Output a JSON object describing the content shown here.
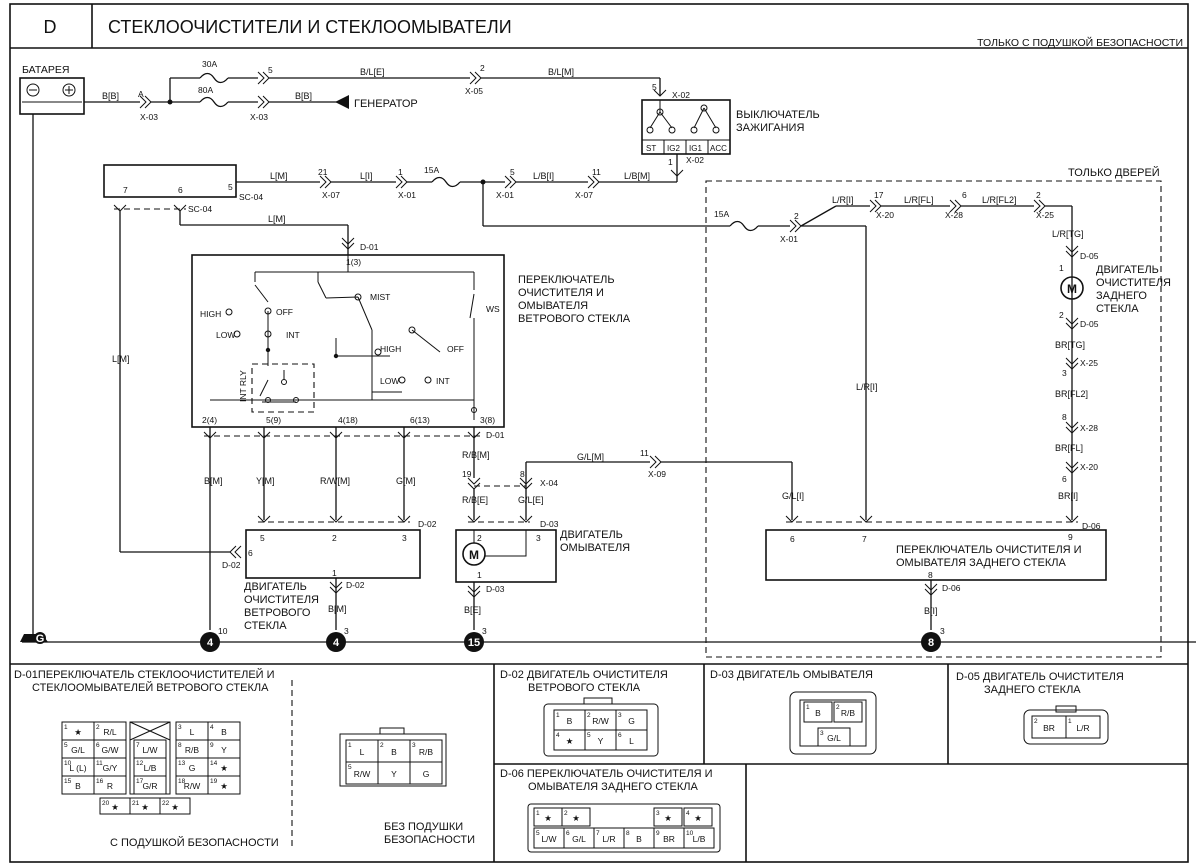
{
  "header": {
    "section": "D",
    "title": "СТЕКЛООЧИСТИТЕЛИ И СТЕКЛООМЫВАТЕЛИ",
    "note": "ТОЛЬКО С ПОДУШКОЙ БЕЗОПАСНОСТИ"
  },
  "labels": {
    "battery": "БАТАРЕЯ",
    "generator": "ГЕНЕРАТОР",
    "ignition": [
      "ВЫКЛЮЧАТЕЛЬ",
      "ЗАЖИГАНИЯ"
    ],
    "ign_pos": [
      "ST",
      "IG2",
      "IG1",
      "ACC"
    ],
    "doors_only": "ТОЛЬКО  ДВЕРЕЙ",
    "switch_ws": [
      "ПЕРЕКЛЮЧАТЕЛЬ",
      "ОЧИСТИТЕЛЯ И",
      "ОМЫВАТЕЛЯ",
      "ВЕТРОВОГО СТЕКЛА"
    ],
    "front_motor": [
      "ДВИГАТЕЛЬ",
      "ОЧИСТИТЕЛЯ",
      "ВЕТРОВОГО",
      "СТЕКЛА"
    ],
    "washer_motor": [
      "ДВИГАТЕЛЬ",
      "ОМЫВАТЕЛЯ"
    ],
    "rear_motor": [
      "ДВИГАТЕЛЬ",
      "ОЧИСТИТЕЛЯ",
      "ЗАДНЕГО",
      "СТЕКЛА"
    ],
    "rear_switch": [
      "ПЕРЕКЛЮЧАТЕЛЬ ОЧИСТИТЕЛЯ И",
      "ОМЫВАТЕЛЯ ЗАДНЕГО СТЕКЛА"
    ],
    "switch_pos": {
      "high": "HIGH",
      "low": "LOW",
      "off": "OFF",
      "int": "INT",
      "mist": "MIST",
      "ws": "WS",
      "int_rly": "INT RLY"
    },
    "fuses": [
      "30A",
      "80A",
      "15A",
      "15A"
    ],
    "wires": {
      "bb": "B[B]",
      "blE": "B/L[E]",
      "blM": "B/L[M]",
      "bbGen": "B[B]",
      "lm1": "L[M]",
      "li": "L[I]",
      "lbi": "L/B[I]",
      "lbm": "L/B[M]",
      "lm2": "L[M]",
      "lm3": "L[M]",
      "lri": "L/R[I]",
      "lrfl": "L/R[FL]",
      "lrfl2": "L/R[FL2]",
      "lrtg": "L/R[TG]",
      "brtg": "BR[TG]",
      "brfl2": "BR[FL2]",
      "brfl": "BR[FL]",
      "bri": "BR[I]",
      "bm": "B[M]",
      "ym": "Y[M]",
      "rwm": "R/W[M]",
      "gm": "G[M]",
      "rbm": "R/B[M]",
      "rbe": "R/B[E]",
      "glm": "G/L[M]",
      "gle": "G/L[E]",
      "gli": "G/L[I]",
      "lri2": "L/R[I]",
      "bm2": "B[M]",
      "be": "B[E]",
      "bi": "B[I]"
    },
    "conns": {
      "x03a": "X-03",
      "x03b": "X-03",
      "x05": "X-05",
      "x02a": "X-02",
      "x02b": "X-02",
      "sc04a": "SC-04",
      "sc04b": "SC-04",
      "x07a": "X-07",
      "x01a": "X-01",
      "x01b": "X-01",
      "x07b": "X-07",
      "x01c": "X-01",
      "x20a": "X-20",
      "x28a": "X-28",
      "x25a": "X-25",
      "d05a": "D-05",
      "d05b": "D-05",
      "x25b": "X-25",
      "x28b": "X-28",
      "x20b": "X-20",
      "d06a": "D-06",
      "d06b": "D-06",
      "d01a": "D-01",
      "d01b": "D-01",
      "d02a": "D-02",
      "d02b": "D-02",
      "d02c": "D-02",
      "x04": "X-04",
      "x09": "X-09",
      "d03a": "D-03",
      "d03b": "D-03"
    },
    "pins": {
      "p5a": "5",
      "pA": "A",
      "p2": "2",
      "p5b": "5",
      "p1a": "1",
      "p7": "7",
      "p6": "6",
      "p5c": "5",
      "p21": "21",
      "p1b": "1",
      "p5d": "5",
      "p11a": "11",
      "p2b": "2",
      "p17": "17",
      "p6b": "6",
      "p2c": "2",
      "p1c": "1",
      "p2d": "2",
      "p3a": "3",
      "p8a": "8",
      "p8b": "8",
      "p4a": "4",
      "p6c": "6",
      "p9": "9",
      "p13": "1(3)",
      "p24": "2(4)",
      "p59": "5(9)",
      "p418": "4(18)",
      "p613": "6(13)",
      "p38": "3(8)",
      "p19": "19",
      "p8c": "8",
      "p11b": "11",
      "m5": "5",
      "m2": "2",
      "m3": "3",
      "m6": "6",
      "m1": "1",
      "w2": "2",
      "w3": "3",
      "w1": "1",
      "r6": "6",
      "r7": "7",
      "r9": "9",
      "r8": "8"
    },
    "grounds": [
      "4",
      "4",
      "15",
      "8"
    ],
    "ground_pins": [
      "10",
      "3",
      "3",
      "3"
    ],
    "g": "G"
  },
  "connector_panels": {
    "d01": {
      "title1": "D-01ПЕРЕКЛЮЧАТЕЛЬ СТЕКЛООЧИСТИТЕЛЕЙ И",
      "title2": "СТЕКЛООМЫВАТЕЛЕЙ ВЕТРОВОГО СТЕКЛА",
      "with_airbag": "С ПОДУШКОЙ БЕЗОПАСНОСТИ",
      "no_airbag": [
        "БЕЗ ПОДУШКИ",
        "БЕЗОПАСНОСТИ"
      ],
      "left_cells": [
        {
          "n": "1",
          "v": "★"
        },
        {
          "n": "2",
          "v": "R/L"
        },
        {
          "n": "5",
          "v": "G/L"
        },
        {
          "n": "6",
          "v": "G/W"
        },
        {
          "n": "10",
          "v": "L (L)"
        },
        {
          "n": "11",
          "v": "G/Y"
        },
        {
          "n": "15",
          "v": "B"
        },
        {
          "n": "16",
          "v": "R"
        }
      ],
      "mid_cells": [
        {
          "n": "7",
          "v": "L/W"
        },
        {
          "n": "12",
          "v": "L/B"
        },
        {
          "n": "17",
          "v": "G/R"
        }
      ],
      "right_cells": [
        {
          "n": "3",
          "v": "L"
        },
        {
          "n": "4",
          "v": "B"
        },
        {
          "n": "8",
          "v": "R/B"
        },
        {
          "n": "9",
          "v": "Y"
        },
        {
          "n": "13",
          "v": "G"
        },
        {
          "n": "14",
          "v": "★"
        },
        {
          "n": "18",
          "v": "R/W"
        },
        {
          "n": "19",
          "v": "★"
        }
      ],
      "bottom_cells": [
        {
          "n": "20",
          "v": "★"
        },
        {
          "n": "21",
          "v": "★"
        },
        {
          "n": "22",
          "v": "★"
        }
      ],
      "small_cells": [
        {
          "n": "1",
          "v": "L"
        },
        {
          "n": "2",
          "v": "B"
        },
        {
          "n": "3",
          "v": "R/B"
        },
        {
          "n": "5",
          "v": "R/W"
        },
        {
          "n": "",
          "v": "Y"
        },
        {
          "n": "",
          "v": "G"
        }
      ]
    },
    "d02": {
      "title": [
        "D-02 ДВИГАТЕЛЬ ОЧИСТИТЕЛЯ",
        "ВЕТРОВОГО СТЕКЛА"
      ],
      "cells": [
        {
          "n": "1",
          "v": "B"
        },
        {
          "n": "2",
          "v": "R/W"
        },
        {
          "n": "3",
          "v": "G"
        },
        {
          "n": "4",
          "v": "★"
        },
        {
          "n": "5",
          "v": "Y"
        },
        {
          "n": "6",
          "v": "L"
        }
      ]
    },
    "d03": {
      "title": "D-03  ДВИГАТЕЛЬ ОМЫВАТЕЛЯ",
      "cells": [
        {
          "n": "1",
          "v": "B"
        },
        {
          "n": "2",
          "v": "R/B"
        },
        {
          "n": "3",
          "v": "G/L"
        }
      ]
    },
    "d05": {
      "title": [
        "D-05  ДВИГАТЕЛЬ ОЧИСТИТЕЛЯ",
        "ЗАДНЕГО СТЕКЛА"
      ],
      "cells": [
        {
          "n": "2",
          "v": "BR"
        },
        {
          "n": "1",
          "v": "L/R"
        }
      ]
    },
    "d06": {
      "title": [
        "D-06  ПЕРЕКЛЮЧАТЕЛЬ ОЧИСТИТЕЛЯ И",
        "ОМЫВАТЕЛЯ ЗАДНЕГО СТЕКЛА"
      ],
      "top_cells": [
        {
          "n": "1",
          "v": "★"
        },
        {
          "n": "2",
          "v": "★"
        },
        {
          "n": "3",
          "v": "★"
        },
        {
          "n": "4",
          "v": "★"
        }
      ],
      "bottom_cells": [
        {
          "n": "5",
          "v": "L/W"
        },
        {
          "n": "6",
          "v": "G/L"
        },
        {
          "n": "7",
          "v": "L/R"
        },
        {
          "n": "8",
          "v": "B"
        },
        {
          "n": "9",
          "v": "BR"
        },
        {
          "n": "10",
          "v": "L/B"
        }
      ]
    }
  }
}
